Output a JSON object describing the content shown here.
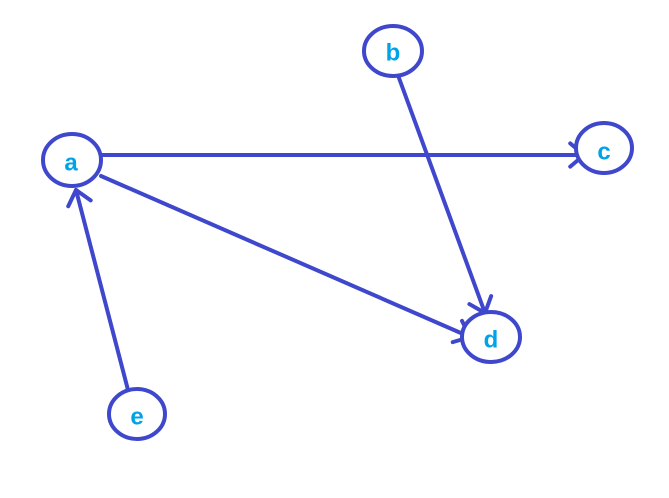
{
  "nodes": [
    {
      "id": "a",
      "label": "a"
    },
    {
      "id": "b",
      "label": "b"
    },
    {
      "id": "c",
      "label": "c"
    },
    {
      "id": "d",
      "label": "d"
    },
    {
      "id": "e",
      "label": "e"
    }
  ],
  "edges": [
    {
      "from": "a",
      "to": "c"
    },
    {
      "from": "b",
      "to": "d"
    },
    {
      "from": "a",
      "to": "d"
    },
    {
      "from": "e",
      "to": "a"
    }
  ],
  "colors": {
    "stroke": "#3f48cc",
    "label": "#00a2e8"
  }
}
